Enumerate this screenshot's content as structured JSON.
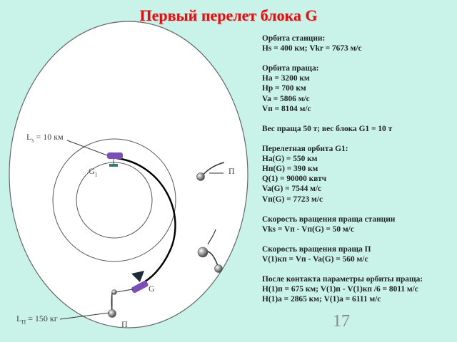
{
  "title": "Первый перелет блока G",
  "diagram": {
    "label_ls": "L",
    "label_ls_sub": "s",
    "label_ls_val": " = 10 км",
    "label_g1": "G",
    "label_g1_sub": "1",
    "label_p_right": "П",
    "label_g": "G",
    "label_lp": "L",
    "label_lp_sub": "П",
    "label_lp_val": " = 150 кг",
    "label_p_bottom": "П"
  },
  "info": {
    "station_orbit_title": "Орбита станции:",
    "station_orbit_params": "Hs = 400 км; Vkr = 7673 м/с",
    "sling_orbit_title": "Орбита праща:",
    "sling_ha": "Ha = 3200 км",
    "sling_hp": "Hp = 700 км",
    "sling_va": "Va = 5806 м/с",
    "sling_vp": "Vп = 8104 м/с",
    "weights": "Вес праща 50 т; вес блока G1 = 10 т",
    "transfer_title": "Перелетная орбита G1:",
    "transfer_ha": "Ha(G) = 550 км",
    "transfer_hp": "Hп(G) = 390 км",
    "transfer_q": "Q(1) = 90000 квтч",
    "transfer_va": "Va(G) = 7544 м/с",
    "transfer_vp": "Vп(G) = 7723 м/с",
    "station_rot_title": "Скорость вращения праща станции",
    "station_rot_formula": "Vks = Vп - Vп(G) = 50 м/с",
    "p_rot_title": "Скорость вращения праща П",
    "p_rot_formula": "V(1)кп = Vп - Va(G) = 560 м/с",
    "after_contact_title": "После контакта параметры орбиты праща:",
    "after_line1": "H(1)п = 675 км; V(1)п - V(1)кп /6 = 8011 м/с",
    "after_line2": "H(1)a = 2865 км; V(1)a = 6111 м/с"
  },
  "page_number": "17",
  "colors": {
    "background": "#C9F2E9",
    "title": "#D41414",
    "orbit_fill": "#FFFFFF",
    "module": "#7B4FB6",
    "connector": "#2E7D74",
    "arrow": "#1F2A3A"
  }
}
